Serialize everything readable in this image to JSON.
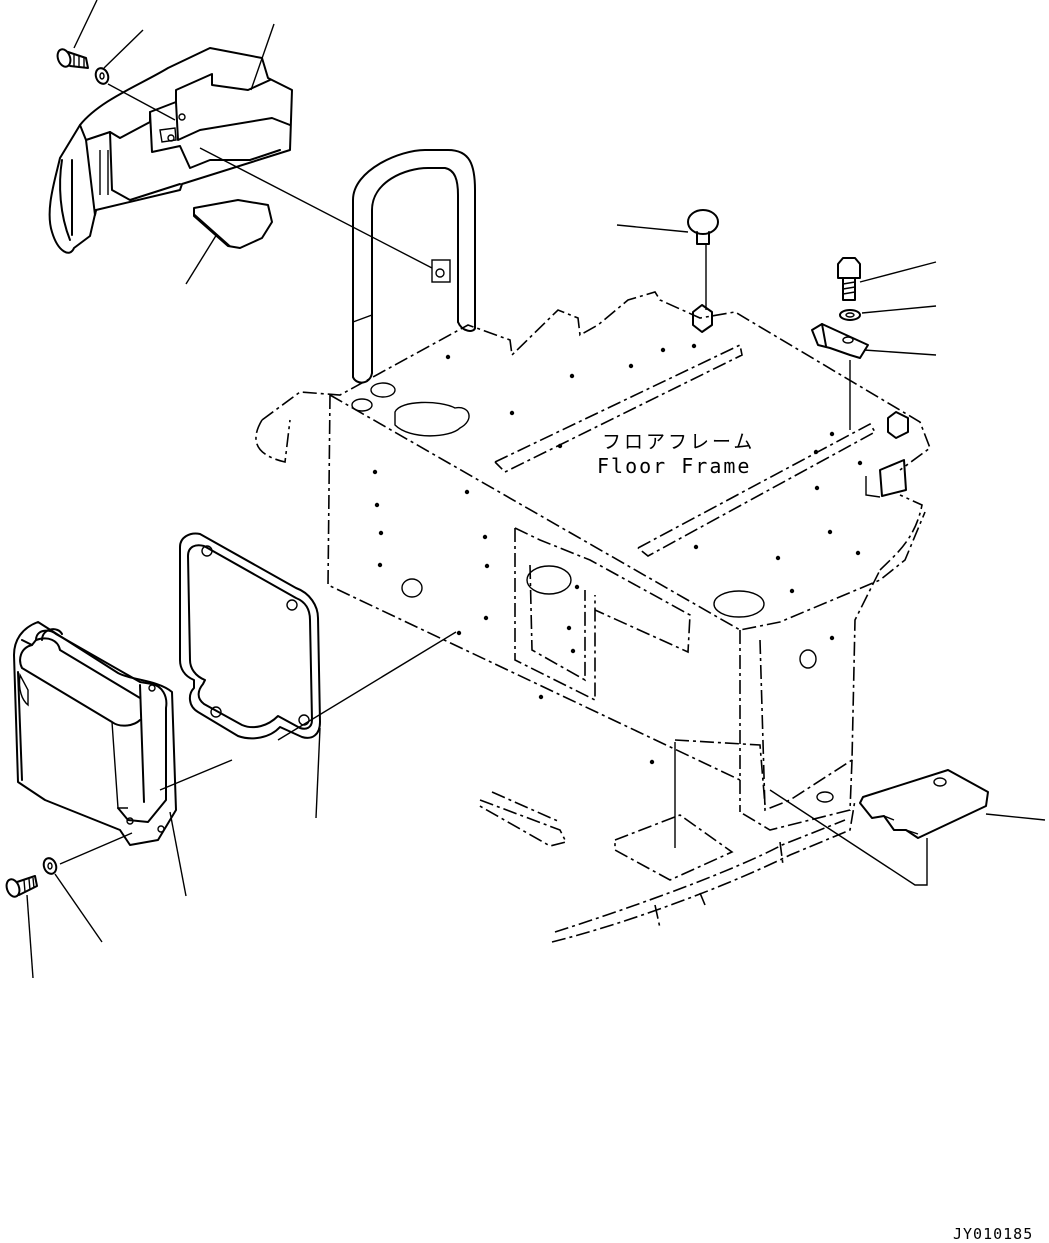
{
  "part_label": {
    "japanese": "フロアフレーム",
    "english": "Floor Frame"
  },
  "drawing_id": "JY010185",
  "colors": {
    "line": "#000000",
    "background": "#ffffff"
  }
}
